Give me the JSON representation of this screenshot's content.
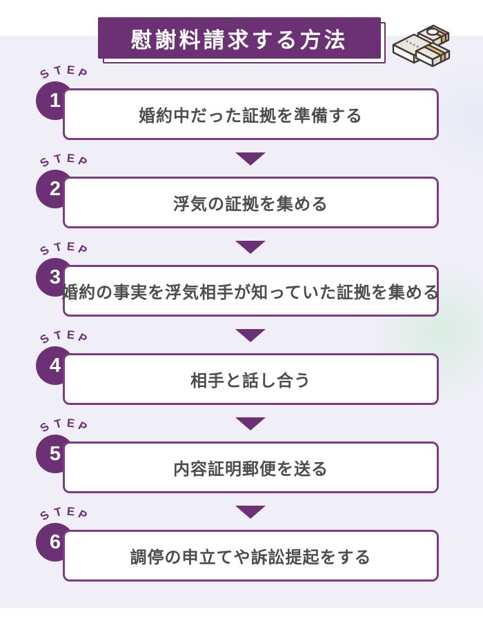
{
  "title": "慰謝料請求する方法",
  "step_word_letters": [
    "S",
    "T",
    "E",
    "P"
  ],
  "colors": {
    "primary_purple": "#6c3174",
    "box_border_purple": "#7a3d82",
    "step_text_gray": "#4d4d4d",
    "background_lavender": "#f0eff7",
    "band_gold": "#e5c07c"
  },
  "icons": {
    "header_icon": "money-stack-icon"
  },
  "steps": [
    {
      "number": "1",
      "label": "婚約中だった証拠を準備する"
    },
    {
      "number": "2",
      "label": "浮気の証拠を集める"
    },
    {
      "number": "3",
      "label": "婚約の事実を浮気相手が知っていた証拠を集める"
    },
    {
      "number": "4",
      "label": "相手と話し合う"
    },
    {
      "number": "5",
      "label": "内容証明郵便を送る"
    },
    {
      "number": "6",
      "label": "調停の申立てや訴訟提起をする"
    }
  ]
}
